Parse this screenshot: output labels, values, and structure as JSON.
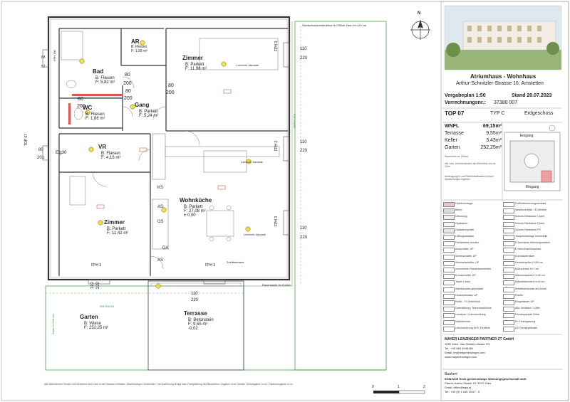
{
  "plan": {
    "north_label": "N",
    "top_note": "Sichtschutzkonstruktion H=230cm  Zaun H=120 cm",
    "top07_side": "TOP 07",
    "fp_labels": [
      "FPH 3",
      "FPH 3",
      "FPH 3",
      "FPH 3",
      "FPH 3"
    ],
    "dims": {
      "left_68": "68",
      "left_57": "57",
      "fph190": "FPH 190",
      "left_80": "80",
      "left_201": "201",
      "d80_200_a": "80",
      "d80_200_b": "200",
      "d80_200_c": "80",
      "d80_200_d": "200",
      "d80_200_e": "80",
      "d80_200_f": "200",
      "d80_200_g": "80",
      "d80_200_h": "200",
      "r110_1": "110",
      "r220_1": "220",
      "r110_2": "110",
      "r220_2": "220",
      "r110_3": "110",
      "r220_3": "220",
      "b110": "110",
      "b220": "220",
      "t110": "110",
      "t220": "220"
    },
    "rooms": [
      {
        "name": "AR",
        "floor": "B: Fliesen",
        "area": "F: 1,59 m²"
      },
      {
        "name": "Bad",
        "floor": "B: Fliesen",
        "area": "F: 5,82 m²"
      },
      {
        "name": "Zimmer",
        "floor": "B: Parkett",
        "area": "F: 11,98 m²"
      },
      {
        "name": "WC",
        "floor": "B: Fliesen",
        "area": "F: 1,86 m²"
      },
      {
        "name": "Gang",
        "floor": "B: Parkett",
        "area": "F: 5,24 m²"
      },
      {
        "name": "VR",
        "floor": "B: Fliesen",
        "area": "F: 4,16 m²"
      },
      {
        "name": "Wohnküche",
        "floor": "B: Parkett",
        "area": "F: 27,08 m²",
        "level": "± 0,00"
      },
      {
        "name": "Zimmer",
        "floor": "B: Parkett",
        "area": "F: 11,42 m²"
      },
      {
        "name": "Terrasse",
        "floor": "B: Betonstein",
        "area": "F: 9,55 m²",
        "level": "-0,02"
      },
      {
        "name": "Garten",
        "floor": "B: Wiese",
        "area": "F: 252,25 m²"
      }
    ],
    "labels": {
      "elg30": "Elg30",
      "ks": "KS",
      "as1": "AS",
      "gs": "GS",
      "da": "DA",
      "as2": "AS",
      "rw_dn100_r": "RW DN100",
      "rw_dn100_b": "RW DN100",
      "zaun": "Zaun H=120 cm",
      "rasenkante": "Rasenkante für Garten",
      "leerrohr1": "Leerrohr Jalousie",
      "leerrohr2": "Leerrohr Jalousie",
      "leerrohr3": "Leerrohr Jalousie",
      "zuluft": "Zuluftelement"
    },
    "footer_note": "Alle Maßnahmen Fenster und Bereichen sind nicht in den Massen enthalten, Abweichungen vorbehalten. Die Ausführung erfolgt nach Fertigstellung des Bauwerkes, Angaben ohne Gewähr. Maßangaben in cm, Flächenangaben in m².",
    "scale_labels": [
      "0",
      "1",
      "2"
    ]
  },
  "title_block": {
    "project": "Atriumhaus - Wohnhaus",
    "address": "Arthur-Schnitzler-Strasse 16, Amstetten",
    "plan_label": "Vergabeplan 1:50",
    "stand": "Stand 20.07.2023",
    "verrechnung_label": "Verrechnungsnr.:",
    "verrechnung_value": "37380 007",
    "top": "TOP 07",
    "typ": "TYP C",
    "geschoss": "Erdgeschoss",
    "areas": [
      {
        "label": "WNFL",
        "value": "69,15m²"
      },
      {
        "label": "Terrasse",
        "value": "9,55m²"
      },
      {
        "label": "Keller",
        "value": "3,43m²"
      },
      {
        "label": "Garten",
        "value": "252,25m²"
      }
    ],
    "keyplan_labels": {
      "top": "Eingang",
      "bottom": "Eingang"
    },
    "notes": [
      "Raumhöhe ca. 260cm",
      "inkl. bzw. Hohlraumboden als Mehrhöhe von ca. 12cm",
      "Auskragungen und Flächenaufbauten können Abweichungen ergeben."
    ]
  },
  "legend": [
    {
      "label": "Hochlochziegel",
      "color": "#e9c8c8"
    },
    {
      "label": "Fußbodenheizungsverteiler",
      "color": "#ffffff"
    },
    {
      "label": "Beton",
      "color": "#dcdcdc"
    },
    {
      "label": "Medienverteiler / E-Verteiler",
      "color": "#ffffff"
    },
    {
      "label": "Dämmung",
      "color": "#f0f0f0"
    },
    {
      "label": "Schuko-Steckdose 1-fach",
      "color": "#ffffff"
    },
    {
      "label": "Gipskarton",
      "color": "#f7f7f7"
    },
    {
      "label": "Schuko-Steckdose 2-fach",
      "color": "#ffffff"
    },
    {
      "label": "Gipskartonplatte",
      "color": "#e0e8f0"
    },
    {
      "label": "Schuko-Steckdose FR",
      "color": "#ffffff"
    },
    {
      "label": "Lüftungsauslass",
      "color": "#ffffff"
    },
    {
      "label": "Türsprechanlage Innenstelle",
      "color": "#ffffff"
    },
    {
      "label": "Fensterbank Armatur",
      "color": "#ffffff"
    },
    {
      "label": "E-Anschluss Wohnungsstation",
      "color": "#ffffff"
    },
    {
      "label": "Ausschalter, UP",
      "color": "#ffffff"
    },
    {
      "label": "E-Herd Anschlussdose",
      "color": "#ffffff"
    },
    {
      "label": "Serienschalter, UP",
      "color": "#ffffff"
    },
    {
      "label": "Durchlauferhitzer",
      "color": "#ffffff"
    },
    {
      "label": "Wechselschalter, UP",
      "color": "#ffffff"
    },
    {
      "label": "Geschirrspüler H=50 cm",
      "color": "#ffffff"
    },
    {
      "label": "unvernetzter Rauchwarnmelder",
      "color": "#ffffff"
    },
    {
      "label": "Kühlschrank H=7 cm",
      "color": "#ffffff"
    },
    {
      "label": "Kreuzschalter, UP",
      "color": "#ffffff"
    },
    {
      "label": "Waschmaschine H=40 cm",
      "color": "#ffffff"
    },
    {
      "label": "Taster 1-fach",
      "color": "#ffffff"
    },
    {
      "label": "Wäschetrockner H=40 cm",
      "color": "#ffffff"
    },
    {
      "label": "Wandauslass geschaltet",
      "color": "#ffffff"
    },
    {
      "label": "Arbeitssteckdose auf Achse",
      "color": "#ffffff"
    },
    {
      "label": "Deckenauslass, UP",
      "color": "#ffffff"
    },
    {
      "label": "Putzfür",
      "color": "#ffffff"
    },
    {
      "label": "Radio-, TV-Anschluss",
      "color": "#ffffff"
    },
    {
      "label": "Klingeltaster, UP",
      "color": "#ffffff"
    },
    {
      "label": "Datenleitung / Telefonanschluss",
      "color": "#ffffff"
    },
    {
      "label": "ABL Ventilator / Lüfter",
      "color": "#ffffff"
    },
    {
      "label": "Leerdose / Leerverrohrung",
      "color": "#ffffff"
    },
    {
      "label": "Fensterparapet Höhe",
      "color": "#ffffff"
    },
    {
      "label": "Kaltfolienrohr",
      "color": "#ffffff"
    },
    {
      "label": "FK Fixverglasung",
      "color": "#ffffff"
    },
    {
      "label": "Leerverrohrung für E-Türöffner",
      "color": "#ffffff"
    },
    {
      "label": "DK Drehkippfenster",
      "color": "#ffffff"
    }
  ],
  "company": {
    "name": "MAYER LENZINGER PARTNER ZT GmbH",
    "lines": [
      "1090 Wien, Van-Swieten-Gasse 2/3",
      "Tel.: +43 664 4948136",
      "Email: tm@mayerlenzinger.com",
      "www.mayerlenzinger.com"
    ]
  },
  "owner": {
    "title": "Bauherr:",
    "name": "EGW-NOE Erste gemeinnützige Wohnungsgesellschaft mbH",
    "lines": [
      "Pfarrer-Harrer-Straße 15, 3370 Ybbs",
      "Email: office@egw.at",
      "Tel.: +43 (0) 1 545 15 67 - 0"
    ]
  }
}
